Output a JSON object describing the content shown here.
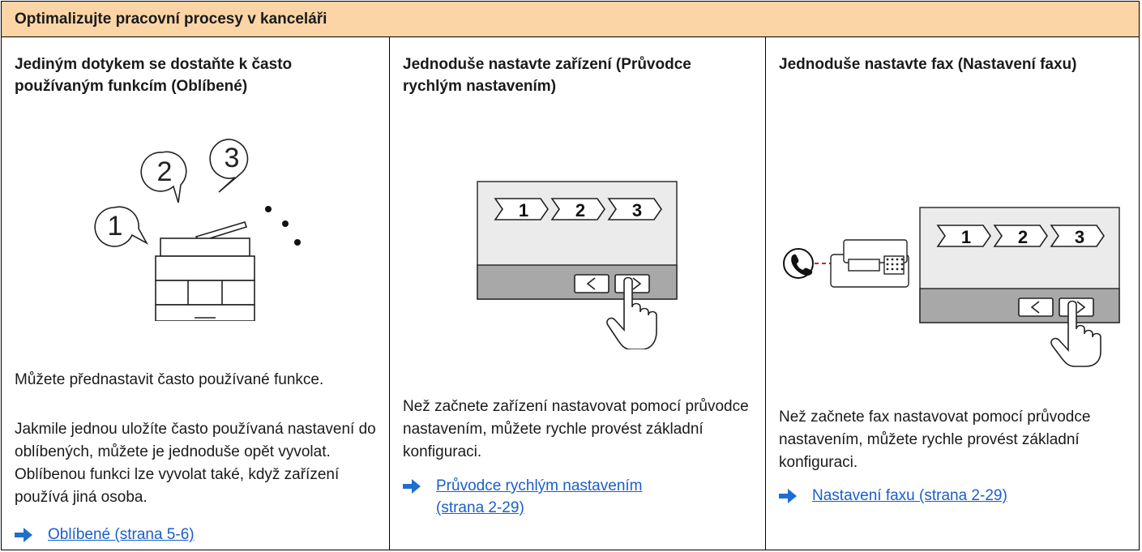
{
  "header": {
    "title": "Optimalizujte pracovní procesy v kanceláři"
  },
  "columns": [
    {
      "title": "Jediným dotykem se dostaňte k často používaným funkcím (Oblíbené)",
      "illustration": {
        "bubbles": [
          "1",
          "2",
          "3"
        ]
      },
      "paragraphs": [
        "Můžete přednastavit často používané funkce.",
        "Jakmile jednou uložíte často používaná nastavení do oblíbených, můžete je jednoduše opět vyvolat. Oblíbenou funkci lze vyvolat také, když zařízení používá jiná osoba."
      ],
      "link": "Oblíbené (strana 5-6)"
    },
    {
      "title": "Jednoduše nastavte zařízení (Průvodce rychlým nastavením)",
      "illustration": {
        "steps": [
          "1",
          "2",
          "3"
        ]
      },
      "paragraphs": [
        "Než začnete zařízení nastavovat pomocí průvodce nastavením, můžete rychle provést základní konfiguraci."
      ],
      "link": "Průvodce rychlým nastavením (strana 2-29)"
    },
    {
      "title": "Jednoduše nastavte fax (Nastavení faxu)",
      "illustration": {
        "steps": [
          "1",
          "2",
          "3"
        ]
      },
      "paragraphs": [
        "Než začnete fax nastavovat pomocí průvodce nastavením, můžete rychle provést základní konfiguraci."
      ],
      "link": "Nastavení faxu (strana 2-29)"
    }
  ],
  "colors": {
    "header_bg": "#fbd5a6",
    "link": "#1a5fc9",
    "arrow": "#1f6fd1",
    "screen_bg": "#ebebeb",
    "screen_bar": "#a8a8a8"
  }
}
